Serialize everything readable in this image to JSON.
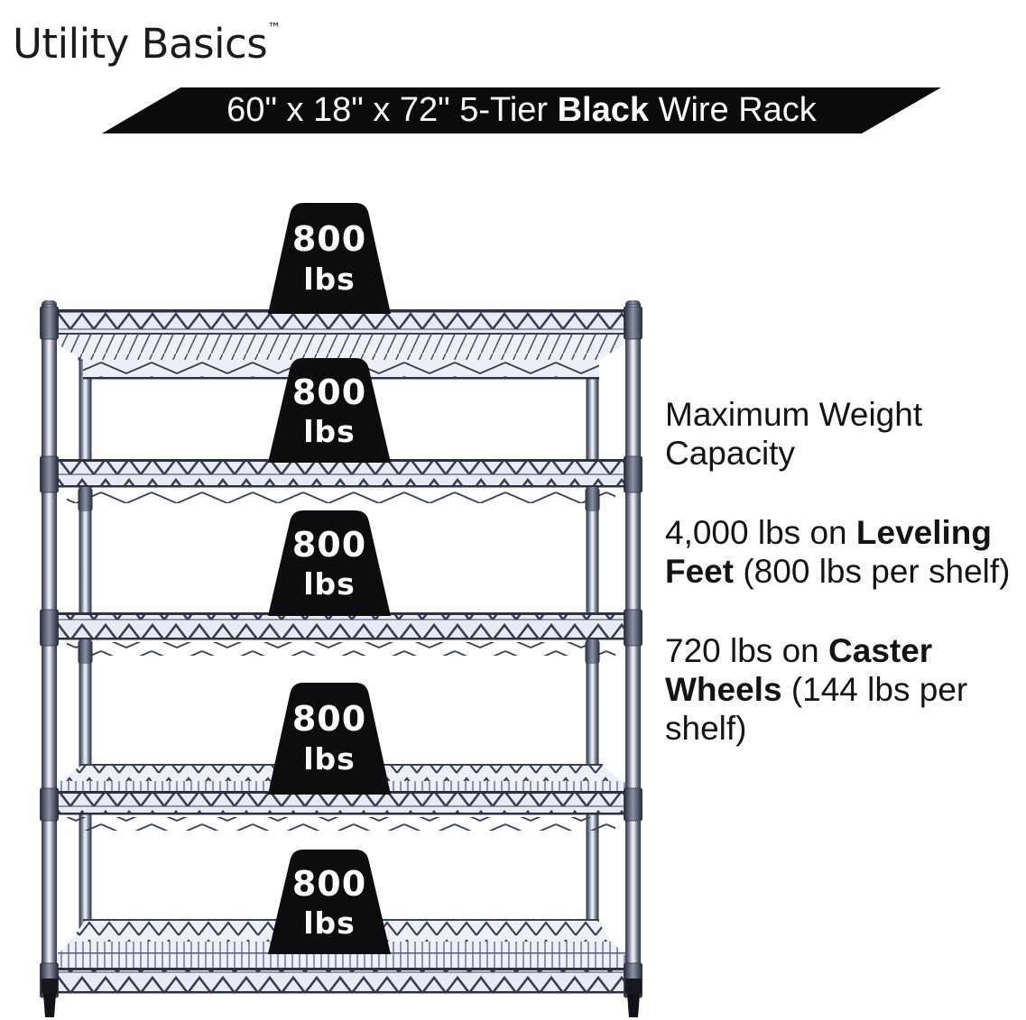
{
  "brand": {
    "name": "Utility Basics",
    "trademark": "™"
  },
  "banner": {
    "pre": "60\" x 18\" x 72\" 5-Tier ",
    "bold": "Black",
    "post": " Wire Rack",
    "bg_color": "#0b0b0b",
    "text_color": "#ffffff"
  },
  "rack": {
    "tiers": 5,
    "frame_color": "#3c4257",
    "weight_badge_color": "#0d0d0f",
    "weights": [
      {
        "value": "800",
        "unit": "lbs"
      },
      {
        "value": "800",
        "unit": "lbs"
      },
      {
        "value": "800",
        "unit": "lbs"
      },
      {
        "value": "800",
        "unit": "lbs"
      },
      {
        "value": "800",
        "unit": "lbs"
      }
    ]
  },
  "info": {
    "heading": "Maximum Weight Capacity",
    "leveling": {
      "pre": "4,000 lbs on ",
      "bold": "Leveling Feet",
      "post": " (800 lbs per shelf)"
    },
    "caster": {
      "pre": "720 lbs on ",
      "bold": "Caster Wheels",
      "post": " (144 lbs per shelf)"
    }
  }
}
